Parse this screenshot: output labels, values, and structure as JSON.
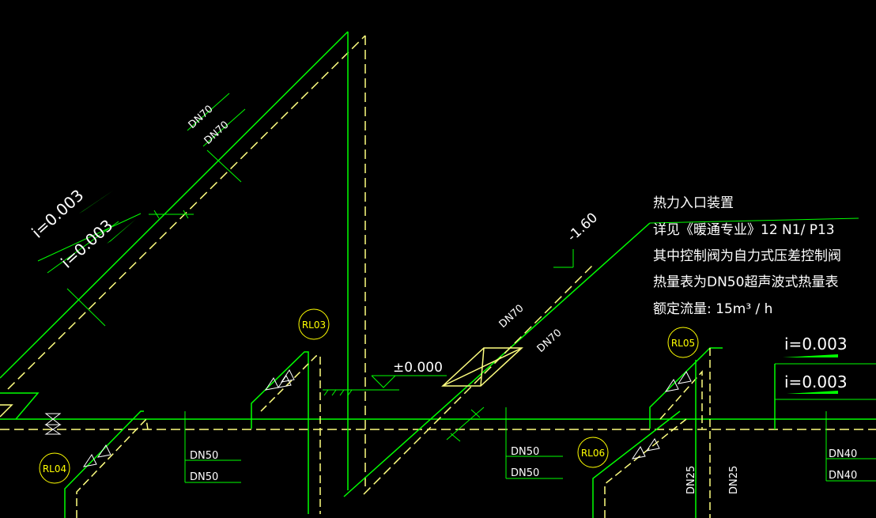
{
  "colors": {
    "background": "#000000",
    "supply_pipe": "#00ff00",
    "return_pipe": "#ffff80",
    "text": "#ffffff",
    "tag": "#ffff00",
    "slope_fill": "#00ff00"
  },
  "tags": {
    "rl03": "RL03",
    "rl04": "RL04",
    "rl05": "RL05",
    "rl06": "RL06"
  },
  "labels": {
    "dn70_a": "DN70",
    "dn70_b": "DN70",
    "dn70_c": "DN70",
    "dn70_d": "DN70",
    "dn50_a": "DN50",
    "dn50_b": "DN50",
    "dn50_c": "DN50",
    "dn50_d": "DN50",
    "dn25_a": "DN25",
    "dn25_b": "DN25",
    "dn40_a": "DN40",
    "dn40_b": "DN40",
    "slope_1": "i=0.003",
    "slope_2": "i=0.003",
    "slope_3": "i=0.003",
    "slope_4": "i=0.003",
    "elev_zero": "±0.000",
    "elev_neg": "-1.60"
  },
  "note": {
    "line1": "热力入口装置",
    "line2": "详见《暖通专业》12 N1/ P13",
    "line3": "其中控制阀为自力式压差控制阀",
    "line4": "热量表为DN50超声波式热量表",
    "line5": "额定流量: 15m³ / h"
  }
}
